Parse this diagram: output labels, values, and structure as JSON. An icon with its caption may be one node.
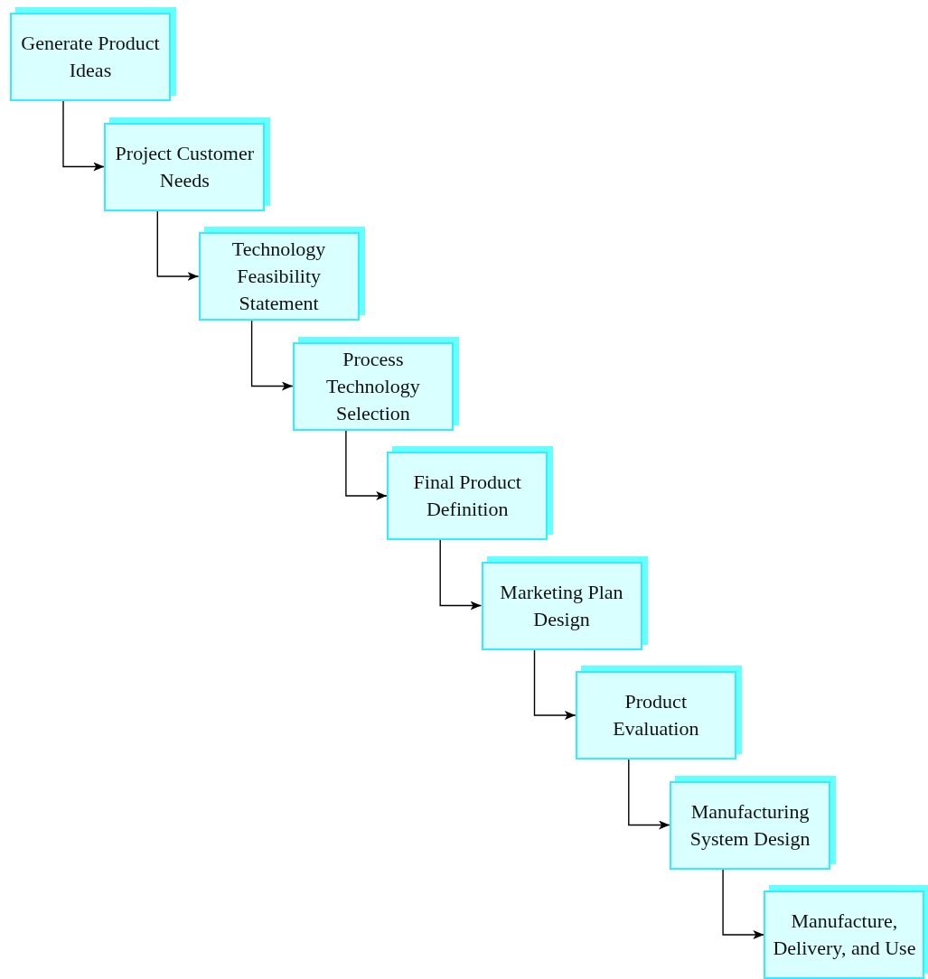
{
  "diagram": {
    "nodes": [
      {
        "text": [
          "Generate Product Ideas"
        ]
      },
      {
        "text": [
          "Project Customer Needs"
        ]
      },
      {
        "text": [
          "Technology Feasibility Statement"
        ]
      },
      {
        "text": [
          "Process Technology Selection"
        ]
      },
      {
        "text": [
          "Final Product Definition"
        ]
      },
      {
        "text": [
          "Marketing Plan Design"
        ]
      },
      {
        "text": [
          "Product Evaluation"
        ]
      },
      {
        "text": [
          "Manufacturing System Design"
        ]
      },
      {
        "text": [
          "Manufacture, Delivery, and Use"
        ]
      }
    ],
    "edges": [
      {
        "from": 0,
        "to": 1,
        "arrow": "to"
      },
      {
        "from": 1,
        "to": 2,
        "arrow": "to"
      },
      {
        "from": 2,
        "to": 3,
        "arrow": "to"
      },
      {
        "from": 3,
        "to": 4,
        "arrow": "to"
      },
      {
        "from": 4,
        "to": 5,
        "arrow": "to"
      },
      {
        "from": 5,
        "to": 6,
        "arrow": "to"
      },
      {
        "from": 6,
        "to": 7,
        "arrow": "to"
      },
      {
        "from": 7,
        "to": 8,
        "arrow": "to"
      }
    ]
  }
}
